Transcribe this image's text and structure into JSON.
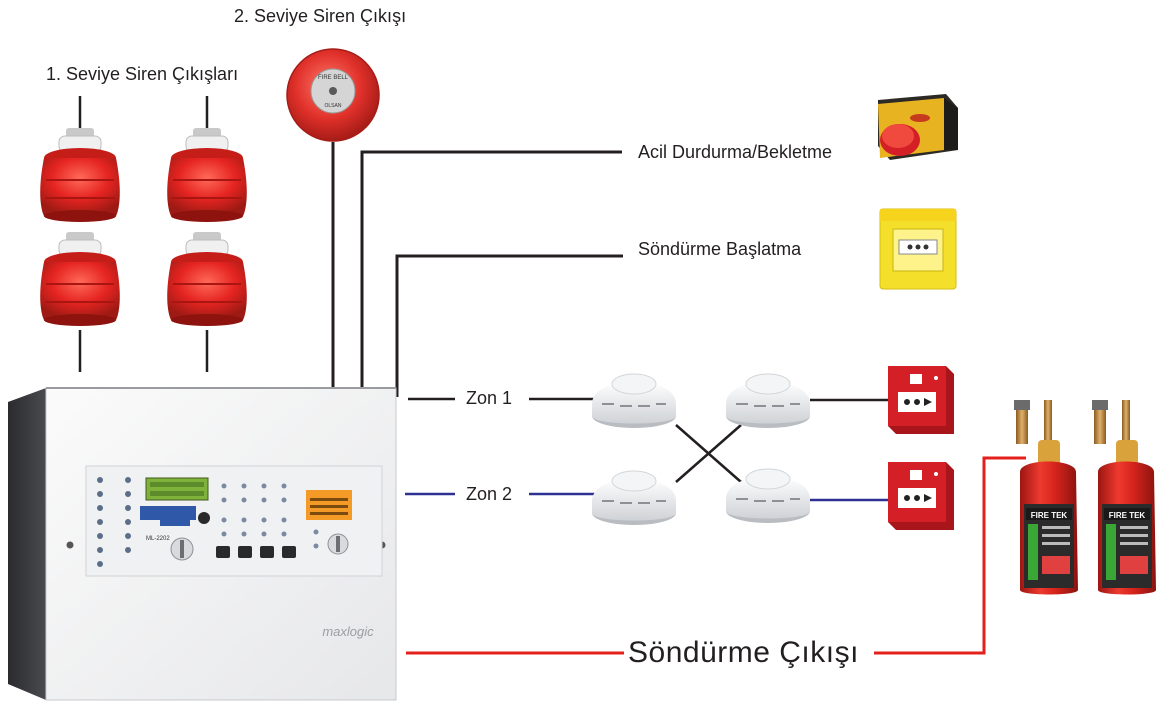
{
  "labels": {
    "level2_siren": "2.  Seviye Siren Çıkışı",
    "level1_sirens": "1.  Seviye Siren Çıkışları",
    "emergency_stop": "Acil Durdurma/Bekletme",
    "extinguish_start": "Söndürme Başlatma",
    "zone1": "Zon 1",
    "zone2": "Zon 2",
    "extinguish_output": "Söndürme Çıkışı"
  },
  "devices": {
    "bell_text_top": "FIRE BELL",
    "bell_text_bottom": "OLSAN",
    "panel_brand": "maxlogic",
    "panel_model": "ML-2202",
    "cylinder_brand": "FIRE TEK"
  },
  "icons": {
    "siren": "strobe-siren-icon",
    "bell": "fire-bell-icon",
    "emergency_stop": "emergency-stop-button-icon",
    "extinguish_button": "extinguish-start-call-point-icon",
    "detector": "smoke-detector-icon",
    "call_point": "manual-call-point-icon",
    "cylinder": "extinguisher-cylinder-icon",
    "panel": "control-panel-icon"
  },
  "colors": {
    "zone1_line": "#231f20",
    "zone2_line": "#2e3192",
    "extinguish_line": "#e3201b",
    "siren_red": "#e52421",
    "call_point_red": "#d51f26",
    "stop_box_yellow": "#e8b321",
    "start_box_yellow": "#f4e02a"
  }
}
